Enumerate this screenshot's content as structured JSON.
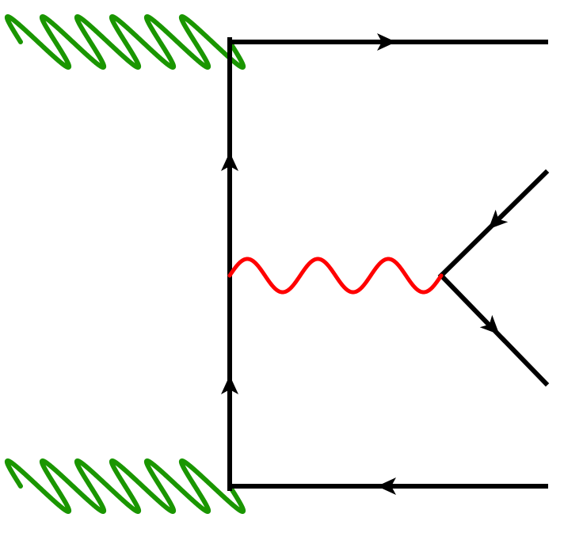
{
  "diagram": {
    "colors": {
      "fermion": "#000000",
      "gluon": "#1a9600",
      "photon": "#ff0000",
      "background": "#ffffff"
    },
    "particles": {
      "gluon_top": "gluon",
      "gluon_bottom": "gluon",
      "photon": "photon",
      "fermion_top_outgoing": "fermion",
      "fermion_bottom_outgoing": "antifermion",
      "fermion_propagator_upper": "fermion",
      "fermion_propagator_lower": "fermion",
      "lepton_upper": "antifermion",
      "lepton_lower": "fermion"
    }
  }
}
